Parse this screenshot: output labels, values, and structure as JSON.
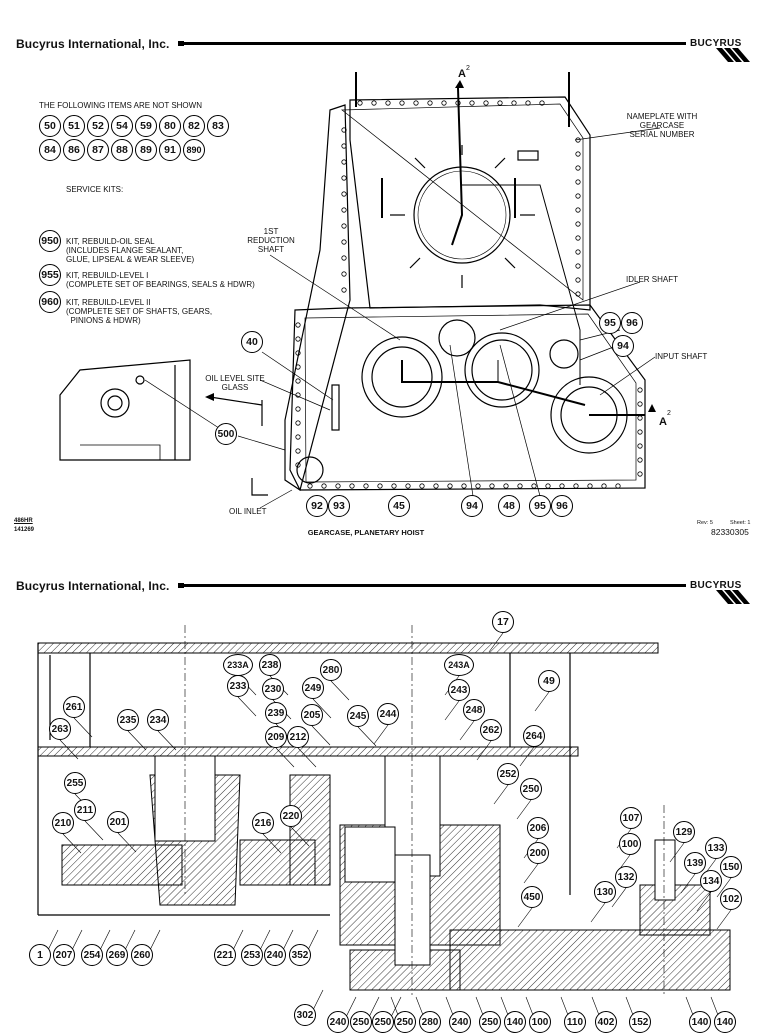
{
  "sheet1": {
    "company": "Bucyrus International, Inc.",
    "logo": "BUCYRUS",
    "not_shown_heading": "THE FOLLOWING ITEMS ARE NOT SHOWN",
    "not_shown_items": [
      "50",
      "51",
      "52",
      "54",
      "59",
      "80",
      "82",
      "83",
      "84",
      "86",
      "87",
      "88",
      "89",
      "91",
      "890"
    ],
    "service_kits_heading": "SERVICE KITS:",
    "kits": [
      {
        "number": "950",
        "text": "KIT, REBUILD-OIL SEAL\n(INCLUDES FLANGE SEALANT,\nGLUE, LIPSEAL & WEAR SLEEVE)"
      },
      {
        "number": "955",
        "text": "KIT, REBUILD-LEVEL I\n(COMPLETE SET OF BEARINGS, SEALS & HDWR)"
      },
      {
        "number": "960",
        "text": "KIT, REBUILD-LEVEL II\n(COMPLETE SET OF SHAFTS, GEARS,\n  PINIONS & HDWR)"
      }
    ],
    "labels": {
      "nameplate": "NAMEPLATE WITH\nGEARCASE\nSERIAL NUMBER",
      "first_reduction": "1ST\nREDUCTION\nSHAFT",
      "idler": "IDLER SHAFT",
      "input": "INPUT SHAFT",
      "oil_level": "OIL LEVEL SITE\nGLASS",
      "oil_inlet": "OIL INLET",
      "section_a_top": "A",
      "section_a_top_sup": "2",
      "section_a_right": "A",
      "section_a_right_sup": "2"
    },
    "callouts": [
      "40",
      "500",
      "92",
      "93",
      "45",
      "94",
      "48",
      "95",
      "96",
      "95",
      "96",
      "94"
    ],
    "footer": {
      "left1": "486HR",
      "left2": "141269",
      "title": "GEARCASE, PLANETARY HOIST",
      "rev": "Rev:  5",
      "sheet": "Sheet:  1",
      "number": "82330305"
    }
  },
  "sheet2": {
    "company": "Bucyrus International, Inc.",
    "logo": "BUCYRUS",
    "callouts": [
      "17",
      "233A",
      "238",
      "280",
      "243A",
      "49",
      "233",
      "230",
      "249",
      "243",
      "261",
      "235",
      "234",
      "239",
      "205",
      "245",
      "244",
      "248",
      "263",
      "209",
      "212",
      "262",
      "264",
      "255",
      "252",
      "250",
      "211",
      "210",
      "201",
      "216",
      "220",
      "206",
      "107",
      "129",
      "200",
      "100",
      "133",
      "139",
      "150",
      "132",
      "134",
      "130",
      "102",
      "450",
      "1",
      "207",
      "254",
      "269",
      "260",
      "221",
      "253",
      "240",
      "352",
      "302",
      "240",
      "250",
      "250",
      "250",
      "280",
      "240",
      "250",
      "140",
      "100",
      "110",
      "402",
      "152",
      "140",
      "140"
    ]
  },
  "colors": {
    "ink": "#000000",
    "paper": "#ffffff",
    "hatch": "#333333"
  }
}
